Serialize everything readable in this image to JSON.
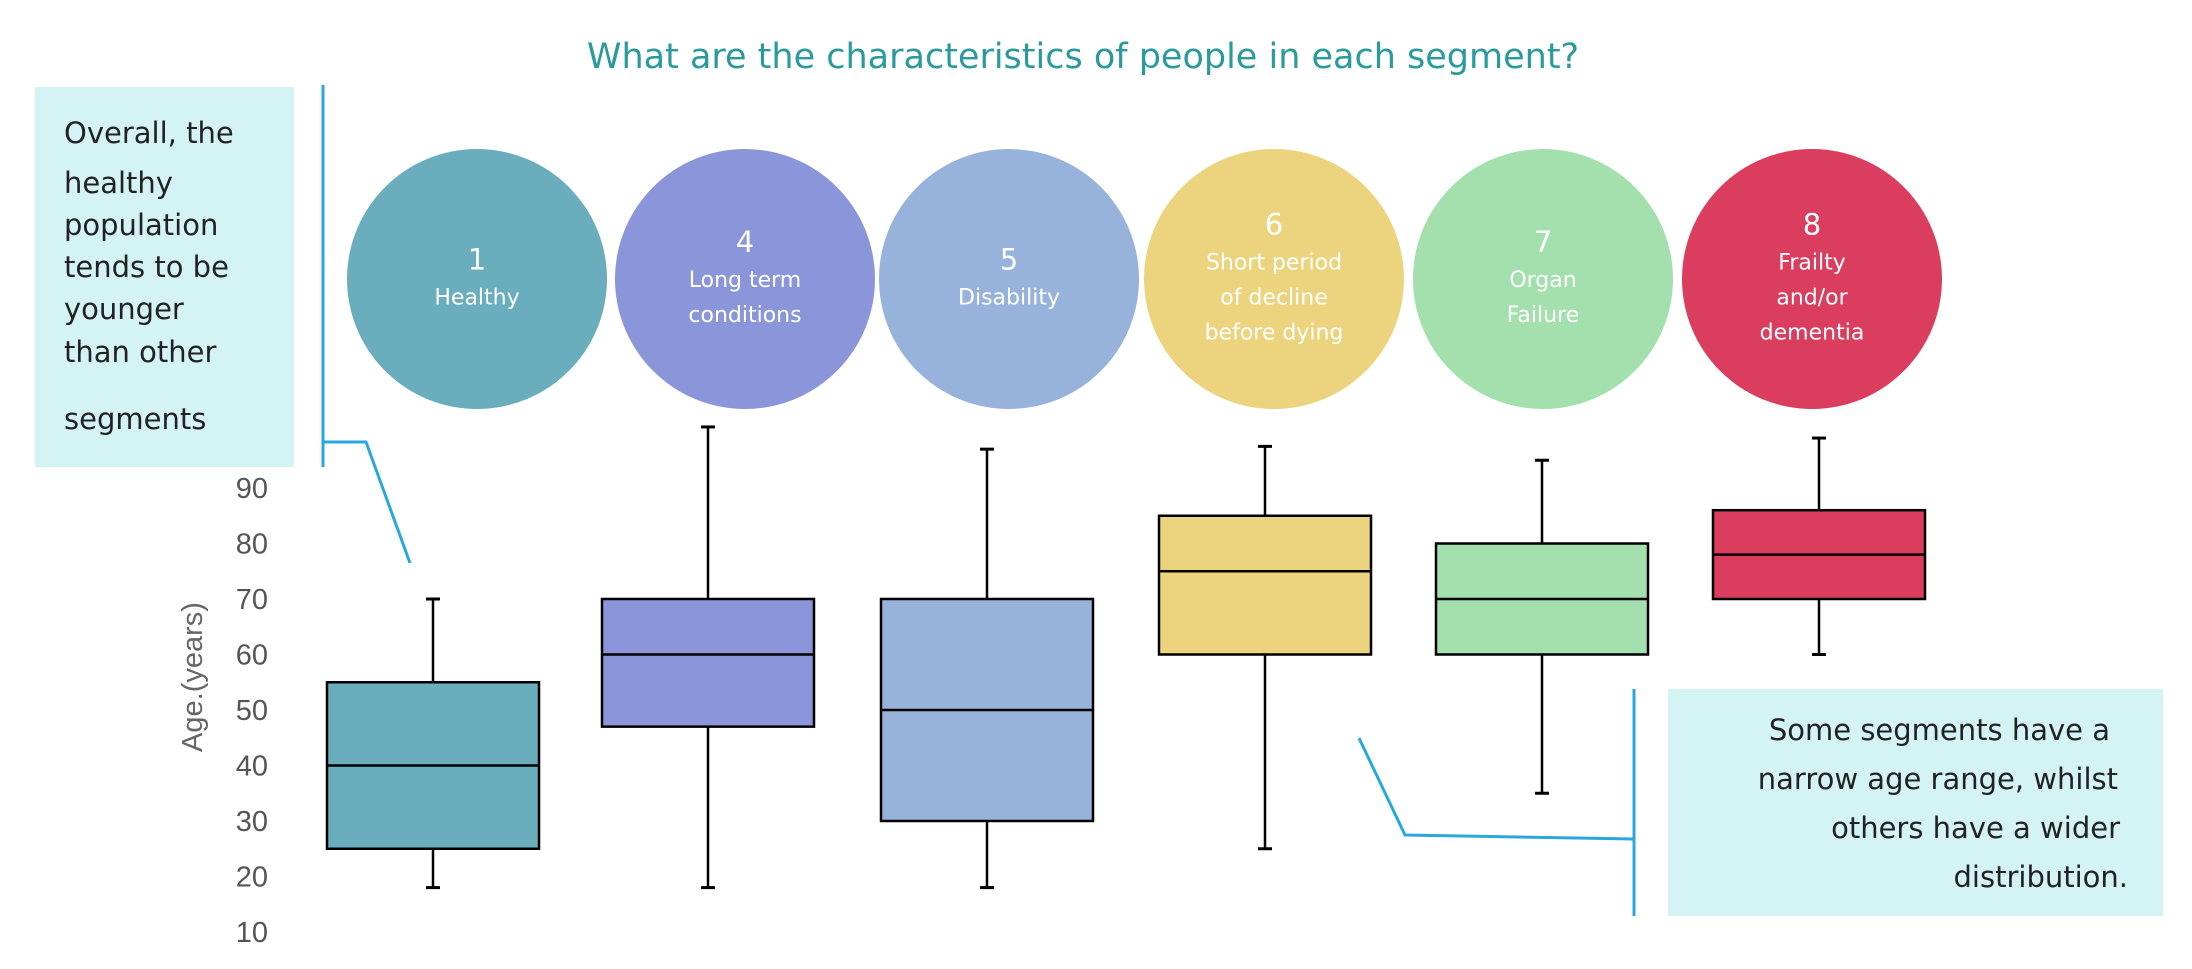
{
  "chart_data": {
    "type": "box",
    "title": "What are the characteristics of people in each segment?",
    "ylabel": "Age.(years)",
    "xlabel": "",
    "ylim": [
      10,
      90
    ],
    "yticks": [
      "90",
      "80",
      "70",
      "60",
      "50",
      "40",
      "30",
      "20",
      "10"
    ],
    "ytick_values": [
      90,
      80,
      70,
      60,
      50,
      40,
      30,
      20,
      10
    ],
    "grid": false,
    "segments": [
      {
        "number": "1",
        "label": [
          "Healthy"
        ],
        "color": "#6aaebe",
        "min": 18,
        "q1": 25,
        "median": 40,
        "q3": 55,
        "max": 70
      },
      {
        "number": "4",
        "label": [
          "Long term",
          "conditions"
        ],
        "color": "#8b96da",
        "min": 18,
        "q1": 47,
        "median": 60,
        "q3": 70,
        "max": 101
      },
      {
        "number": "5",
        "label": [
          "Disability"
        ],
        "color": "#97b3dc",
        "min": 18,
        "q1": 30,
        "median": 50,
        "q3": 70,
        "max": 97
      },
      {
        "number": "6",
        "label": [
          "Short period",
          "of decline",
          "before dying"
        ],
        "color": "#ecd47e",
        "min": 25,
        "q1": 60,
        "median": 75,
        "q3": 85,
        "max": 97.5
      },
      {
        "number": "7",
        "label": [
          "Organ",
          "Failure"
        ],
        "color": "#a3e0ad",
        "min": 35,
        "q1": 60,
        "median": 70,
        "q3": 80,
        "max": 95
      },
      {
        "number": "8",
        "label": [
          "Frailty",
          "and/or",
          "dementia"
        ],
        "color": "#db3d5f",
        "min": 60,
        "q1": 70,
        "median": 78,
        "q3": 86,
        "max": 99
      }
    ]
  },
  "callouts": {
    "left": [
      "Overall, the",
      "healthy",
      "population",
      "tends to be",
      "younger",
      "than other",
      "segments"
    ],
    "right": [
      "Some segments have a",
      "narrow age range, whilst",
      "others have a wider",
      "distribution."
    ]
  },
  "colors": {
    "callout_bg": "#d3f3f5",
    "callout_line": "#29a8dc",
    "title": "#2a9a9c"
  }
}
